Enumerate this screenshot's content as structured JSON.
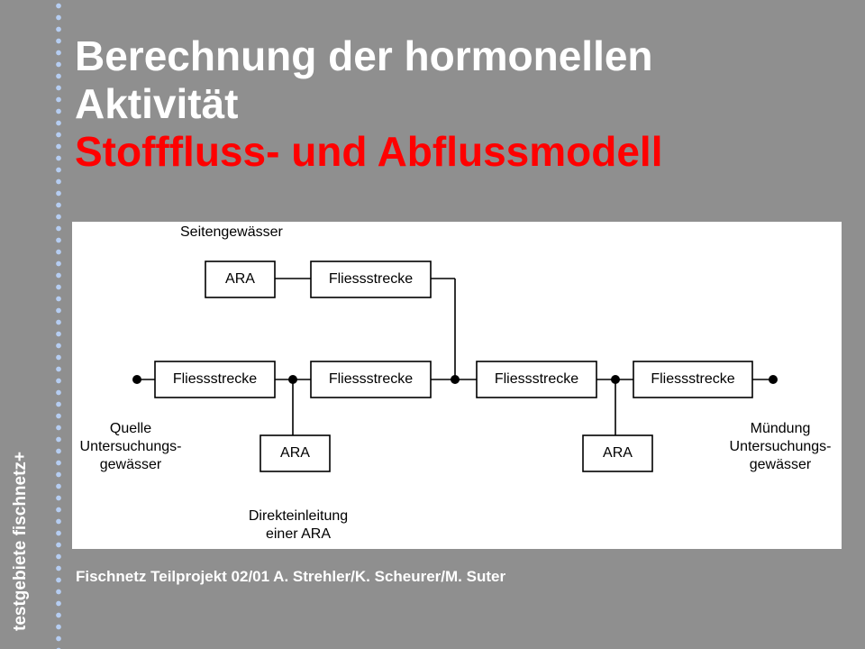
{
  "sidebar": {
    "label": "testgebiete fischnetz+"
  },
  "title": {
    "line1": "Berechnung der hormonellen",
    "line2": "Aktivität",
    "line3": "Stofffluss- und Abflussmodell"
  },
  "diagram": {
    "side_label": "Seitengewässer",
    "side_ara": "ARA",
    "side_stretch": "Fliessstrecke",
    "main_stretches": [
      "Fliessstrecke",
      "Fliessstrecke",
      "Fliessstrecke",
      "Fliessstrecke"
    ],
    "ara_left": "ARA",
    "ara_right": "ARA",
    "source": [
      "Quelle",
      "Untersuchungs-",
      "gewässer"
    ],
    "mouth": [
      "Mündung",
      "Untersuchungs-",
      "gewässer"
    ],
    "direct": [
      "Direkteinleitung",
      "einer ARA"
    ]
  },
  "footer": {
    "credit": "Fischnetz Teilprojekt 02/01 A. Strehler/K. Scheurer/M. Suter"
  },
  "colors": {
    "background": "#8f8f8f",
    "accent": "#ff0000",
    "dots": "#b5cdf2"
  }
}
